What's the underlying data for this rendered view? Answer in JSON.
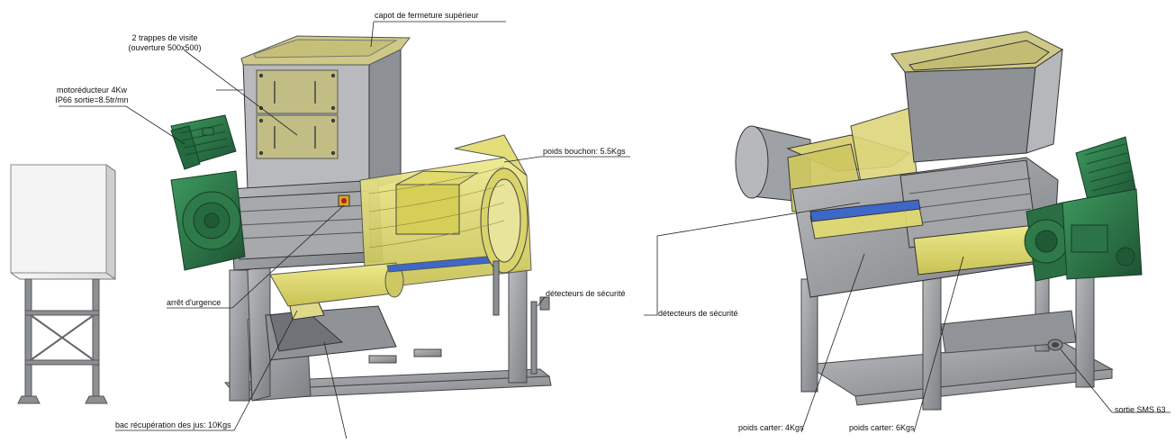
{
  "labels": {
    "top_cover": "capot de fermeture supérieur",
    "inspection_line1": "2 trappes de visite",
    "inspection_line2": "(ouverture 500x500)",
    "motor_line1": "motoréducteur 4Kw",
    "motor_line2": "IP66 sortie=8.5tr/mn",
    "plug_weight": "poids bouchon: 5.5Kgs",
    "emergency_stop": "arrêt d'urgence",
    "safety_detectors_left": "détecteurs de sécurité",
    "safety_detectors_right": "détecteurs de sécurité",
    "juice_tray": "bac récupération des jus: 10Kgs",
    "housing_weight_4": "poids carter: 4Kgs",
    "housing_weight_6": "poids carter: 6Kgs",
    "outlet": "sortie SMS 63"
  },
  "colors": {
    "steel": "#9a9ca0",
    "steel_dark": "#6f7276",
    "steel_light": "#c9cbce",
    "hopper_yellow": "#cfc987",
    "shell_yellow": "#e2dc6e",
    "motor_green": "#2f7a4a",
    "motor_green_dark": "#1f5a35",
    "blue_accent": "#3e68c8",
    "cabinet": "#eeeeee",
    "line": "#222222"
  },
  "icons": {
    "cabinet": "electrical-cabinet-icon",
    "motor": "gear-motor-icon"
  }
}
